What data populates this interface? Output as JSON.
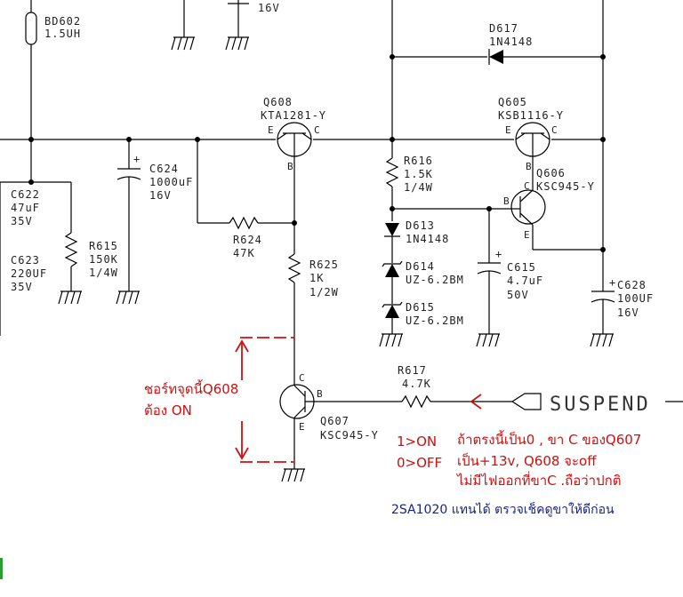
{
  "components": {
    "bd602": {
      "ref": "BD602",
      "value": "1.5UH"
    },
    "c6top": {
      "value": "16V"
    },
    "d617": {
      "ref": "D617",
      "value": "1N4148"
    },
    "q608": {
      "ref": "Q608",
      "part": "KTA1281-Y",
      "e": "E",
      "c": "C",
      "b": "B"
    },
    "q605": {
      "ref": "Q605",
      "part": "KSB1116-Y",
      "e": "E",
      "c": "C",
      "b": "B"
    },
    "q606": {
      "ref": "Q606",
      "part": "KSC945-Y",
      "b": "B",
      "c": "C",
      "e": "E"
    },
    "q607": {
      "ref": "Q607",
      "part": "KSC945-Y",
      "c": "C",
      "b": "B",
      "e": "E"
    },
    "c622": {
      "ref": "C622",
      "value": "47uF",
      "voltage": "35V"
    },
    "c623": {
      "ref": "C623",
      "value": "220UF",
      "voltage": "35V"
    },
    "r615": {
      "ref": "R615",
      "value": "150K",
      "power": "1/4W"
    },
    "c624": {
      "ref": "C624",
      "value": "1000uF",
      "voltage": "16V"
    },
    "r624": {
      "ref": "R624",
      "value": "47K"
    },
    "r625": {
      "ref": "R625",
      "value": "1K",
      "power": "1/2W"
    },
    "r616": {
      "ref": "R616",
      "value": "1.5K",
      "power": "1/4W"
    },
    "d613": {
      "ref": "D613",
      "value": "1N4148"
    },
    "d614": {
      "ref": "D614",
      "value": "UZ-6.2BM"
    },
    "d615": {
      "ref": "D615",
      "value": "UZ-6.2BM"
    },
    "c615": {
      "ref": "C615",
      "value": "4.7uF",
      "voltage": "50V"
    },
    "c628": {
      "ref": "C628",
      "value": "100UF",
      "voltage": "16V"
    },
    "r617": {
      "ref": "R617",
      "value": "4.7K"
    }
  },
  "signals": {
    "suspend": "SUSPEND",
    "plus": "+"
  },
  "annotations": {
    "short_line1": "ชอร์ทจุดนี้Q608",
    "short_line2": "ต้อง ON",
    "logic_on": "1>ON",
    "logic_off": "0>OFF",
    "thai1": "ถ้าตรงนี้เป็น0 , ขา C ของQ607",
    "thai2": "เป็น+13v,     Q608 จะoff",
    "thai3": "ไม่มีไฟออกที่ขาC .ถือว่าปกติ",
    "replace": "2SA1020  แทนได้  ตรวจเช็คดูขาให้ดีก่อน"
  },
  "colors": {
    "wire": "#000000",
    "annotation_red": "#cc1010",
    "annotation_blue": "#1a237e"
  }
}
